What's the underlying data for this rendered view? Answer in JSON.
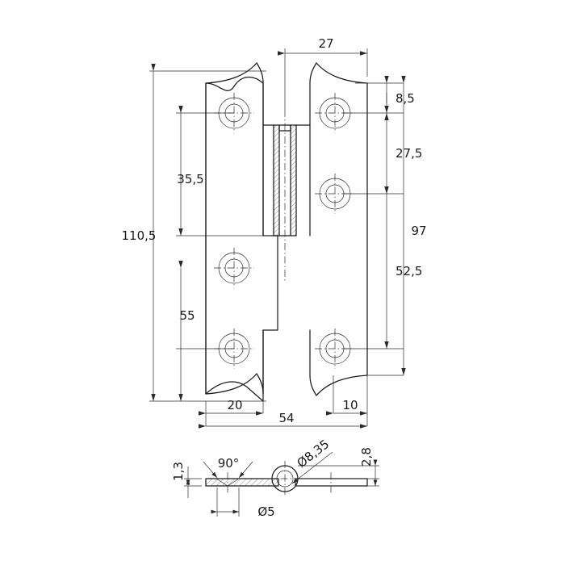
{
  "drawing": {
    "title": "Door hinge technical drawing",
    "units": "mm",
    "line_color": "#1a1a1a",
    "dim_color": "#2b2b2b",
    "background": "#ffffff"
  },
  "front_view": {
    "name": "hinge-front-view",
    "dimensions": {
      "overall_height": "110,5",
      "overall_width": "54",
      "right_leaf_height": "97",
      "right_leaf_width": "27",
      "left_leaf_width": "20",
      "right_edge_offset": "10",
      "top_hole_to_top": "8,5",
      "hole_pitch_upper": "27,5",
      "hole_pitch_lower": "52,5",
      "left_top_hole_drop": "35,5",
      "left_hole_pitch": "55"
    }
  },
  "section_view": {
    "name": "hinge-section-view",
    "dimensions": {
      "leaf_thickness": "1,3",
      "countersink_angle": "90°",
      "knuckle_diameter": "Ø8,35",
      "hole_diameter": "Ø5",
      "knuckle_height": "2,8"
    }
  },
  "labels": {
    "d_110_5": "110,5",
    "d_35_5": "35,5",
    "d_55": "55",
    "d_20": "20",
    "d_54": "54",
    "d_10": "10",
    "d_27": "27",
    "d_8_5": "8,5",
    "d_27_5": "27,5",
    "d_52_5": "52,5",
    "d_97": "97",
    "d_1_3": "1,3",
    "d_90deg": "90°",
    "d_8_35": "Ø8,35",
    "d_5": "Ø5",
    "d_2_8": "2,8"
  }
}
